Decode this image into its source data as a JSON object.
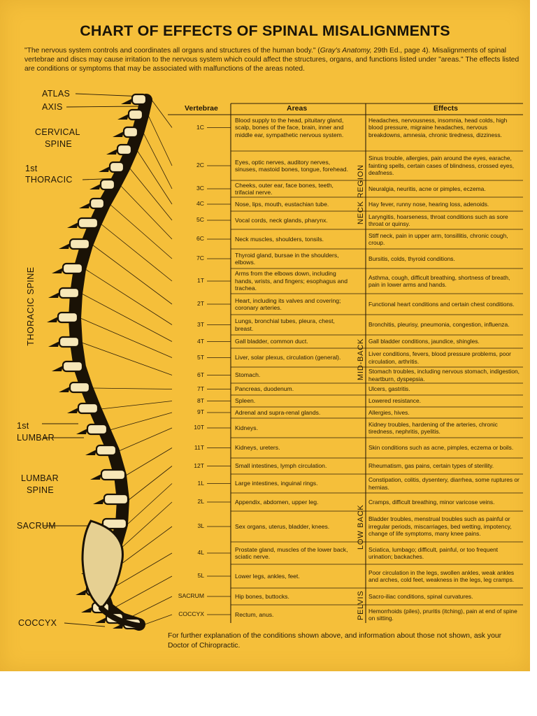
{
  "title": "CHART OF EFFECTS OF SPINAL MISALIGNMENTS",
  "intro": {
    "quote": "\"The nervous system controls and coordinates all organs and structures of the human body.\" (",
    "source": "Gray's Anatomy,",
    "source_rest": " 29th Ed., page 4). Misalignments of spinal vertebrae and discs may cause irritation to the nervous system which could affect the structures, organs, and functions listed under \"areas.\" The effects listed are conditions or symptoms that may be associated with malfunctions of the areas noted."
  },
  "spine_labels": {
    "atlas": "ATLAS",
    "axis": "AXIS",
    "cervical1": "CERVICAL",
    "cervical2": "SPINE",
    "thoracic_num": "1st",
    "thoracic": "THORACIC",
    "thoracic_spine": "THORACIC SPINE",
    "lumbar_num": "1st",
    "lumbar": "LUMBAR",
    "lumbar_spine1": "LUMBAR",
    "lumbar_spine2": "SPINE",
    "sacrum": "SACRUM",
    "coccyx": "COCCYX"
  },
  "table": {
    "headers": {
      "vertebrae": "Vertebrae",
      "areas": "Areas",
      "effects": "Effects"
    },
    "regions": {
      "neck": "NECK REGION",
      "mid": "MID-BACK",
      "low": "LOW BACK",
      "pelvis": "PELVIS"
    },
    "rows": [
      {
        "v": "1C",
        "area": "Blood supply to the head, pituitary gland, scalp, bones of the face, brain, inner and middle ear, sympathetic nervous system.",
        "effect": "Headaches, nervousness, insomnia, head colds, high blood pressure, migraine headaches, nervous breakdowns, amnesia, chronic tiredness, dizziness."
      },
      {
        "v": "2C",
        "area": "Eyes, optic nerves, auditory nerves, sinuses, mastoid bones, tongue, forehead.",
        "effect": "Sinus trouble, allergies, pain around the eyes, earache, fainting spells, certain cases of blindness, crossed eyes, deafness."
      },
      {
        "v": "3C",
        "area": "Cheeks, outer ear, face bones, teeth, trifacial nerve.",
        "effect": "Neuralgia, neuritis, acne or pimples, eczema."
      },
      {
        "v": "4C",
        "area": "Nose, lips, mouth, eustachian tube.",
        "effect": "Hay fever, runny nose, hearing loss, adenoids."
      },
      {
        "v": "5C",
        "area": "Vocal cords, neck glands, pharynx.",
        "effect": "Laryngitis, hoarseness, throat conditions such as sore throat or quinsy."
      },
      {
        "v": "6C",
        "area": "Neck muscles, shoulders, tonsils.",
        "effect": "Stiff neck, pain in upper arm, tonsillitis, chronic cough, croup."
      },
      {
        "v": "7C",
        "area": "Thyroid gland, bursae in the shoulders, elbows.",
        "effect": "Bursitis, colds, thyroid conditions."
      },
      {
        "v": "1T",
        "area": "Arms from the elbows down, including hands, wrists, and fingers; esophagus and trachea.",
        "effect": "Asthma, cough, difficult breathing, shortness of breath, pain in lower arms and hands."
      },
      {
        "v": "2T",
        "area": "Heart, including its valves and covering; coronary arteries.",
        "effect": "Functional heart conditions and certain chest conditions."
      },
      {
        "v": "3T",
        "area": "Lungs, bronchial tubes, pleura, chest, breast.",
        "effect": "Bronchitis, pleurisy, pneumonia, congestion, influenza."
      },
      {
        "v": "4T",
        "area": "Gall bladder, common duct.",
        "effect": "Gall bladder conditions, jaundice, shingles."
      },
      {
        "v": "5T",
        "area": "Liver, solar plexus, circulation (general).",
        "effect": "Liver conditions, fevers, blood pressure problems, poor circulation, arthritis."
      },
      {
        "v": "6T",
        "area": "Stomach.",
        "effect": "Stomach troubles, including nervous stomach, indigestion, heartburn, dyspepsia."
      },
      {
        "v": "7T",
        "area": "Pancreas, duodenum.",
        "effect": "Ulcers, gastritis."
      },
      {
        "v": "8T",
        "area": "Spleen.",
        "effect": "Lowered resistance."
      },
      {
        "v": "9T",
        "area": "Adrenal and supra-renal glands.",
        "effect": "Allergies, hives."
      },
      {
        "v": "10T",
        "area": "Kidneys.",
        "effect": "Kidney troubles, hardening of the arteries, chronic tiredness, nephritis, pyelitis."
      },
      {
        "v": "11T",
        "area": "Kidneys, ureters.",
        "effect": "Skin conditions such as acne, pimples, eczema or boils."
      },
      {
        "v": "12T",
        "area": "Small intestines, lymph circulation.",
        "effect": "Rheumatism, gas pains, certain types of sterility."
      },
      {
        "v": "1L",
        "area": "Large intestines, inguinal rings.",
        "effect": "Constipation, colitis, dysentery, diarrhea, some ruptures or hernias."
      },
      {
        "v": "2L",
        "area": "Appendix, abdomen, upper leg.",
        "effect": "Cramps, difficult breathing, minor varicose veins."
      },
      {
        "v": "3L",
        "area": "Sex organs, uterus, bladder, knees.",
        "effect": "Bladder troubles, menstrual troubles such as painful or irregular periods, miscarriages, bed wetting, impotency, change of life symptoms, many knee pains."
      },
      {
        "v": "4L",
        "area": "Prostate gland, muscles of the lower back, sciatic nerve.",
        "effect": "Sciatica, lumbago; difficult, painful, or too frequent urination; backaches."
      },
      {
        "v": "5L",
        "area": "Lower legs, ankles, feet.",
        "effect": "Poor circulation in the legs, swollen ankles, weak ankles and arches, cold feet, weakness in the legs, leg cramps."
      },
      {
        "v": "SACRUM",
        "area": "Hip bones, buttocks.",
        "effect": "Sacro-iliac conditions, spinal curvatures."
      },
      {
        "v": "COCCYX",
        "area": "Rectum, anus.",
        "effect": "Hemorrhoids (piles), pruritis (itching), pain at end of spine on sitting."
      }
    ]
  },
  "footer": "For further explanation of the conditions shown above, and information about those not shown, ask your Doctor of Chiropractic."
}
